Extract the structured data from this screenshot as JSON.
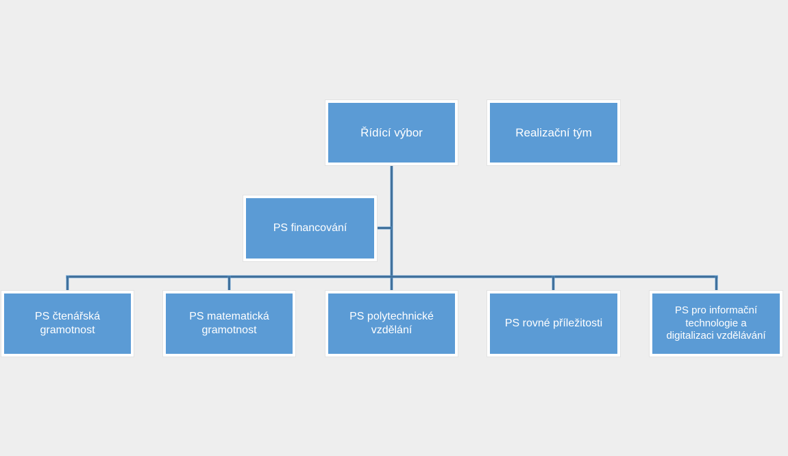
{
  "diagram": {
    "type": "org-chart",
    "colors": {
      "background": "#eeeeee",
      "node_fill": "#5b9bd5",
      "node_border": "#ffffff",
      "node_text": "#ffffff",
      "connector": "#41719c"
    },
    "nodes": [
      {
        "id": "ridici-vybor",
        "label": "Řídící výbor"
      },
      {
        "id": "realizacni-tym",
        "label": "Realizační tým"
      },
      {
        "id": "ps-financovani",
        "label": "PS financování"
      },
      {
        "id": "ps-ctenarska",
        "label": "PS čtenářská\ngramotnost"
      },
      {
        "id": "ps-matematicka",
        "label": "PS matematická\ngramotnost"
      },
      {
        "id": "ps-polytechnicke",
        "label": "PS polytechnické\nvzdělání"
      },
      {
        "id": "ps-rovne",
        "label": "PS rovné příležitosti"
      },
      {
        "id": "ps-informacni",
        "label": "PS pro informační\ntechnologie a\ndigitalizaci vzdělávání"
      }
    ],
    "edges": [
      {
        "from": "ridici-vybor",
        "to": "ps-financovani"
      },
      {
        "from": "ridici-vybor",
        "to": "ps-ctenarska"
      },
      {
        "from": "ridici-vybor",
        "to": "ps-matematicka"
      },
      {
        "from": "ridici-vybor",
        "to": "ps-polytechnicke"
      },
      {
        "from": "ridici-vybor",
        "to": "ps-rovne"
      },
      {
        "from": "ridici-vybor",
        "to": "ps-informacni"
      }
    ]
  }
}
